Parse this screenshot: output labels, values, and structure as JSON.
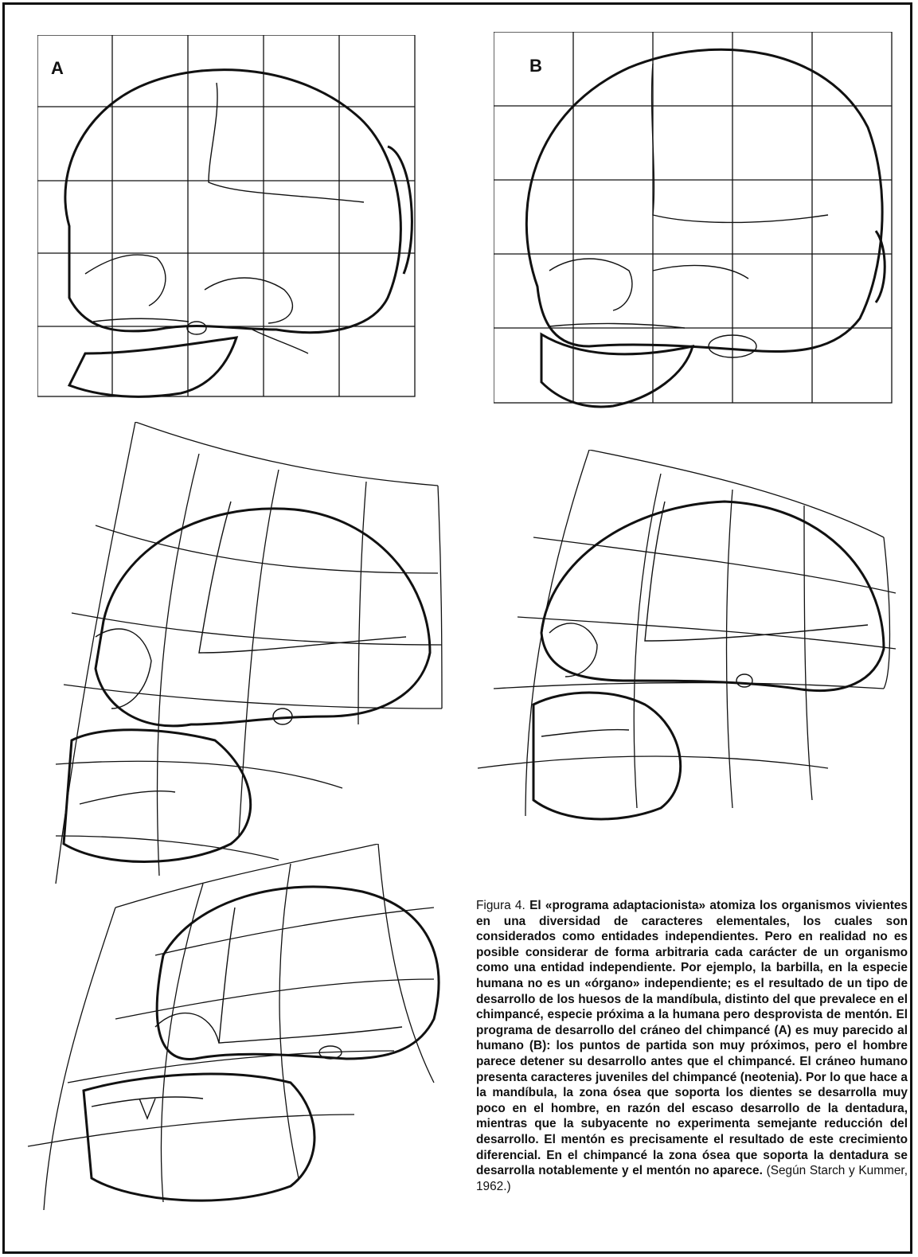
{
  "figure": {
    "panels": [
      {
        "id": "A",
        "label": "A"
      },
      {
        "id": "B",
        "label": "B"
      }
    ],
    "caption": {
      "lead": "Figura 4.",
      "body": " El «programa adaptacionista» atomiza los organismos vivientes en una diversidad de caracteres elementales, los cuales son considerados como entidades independientes. Pero en realidad no es posible considerar de forma arbitraria cada carácter de un organismo como una entidad independiente. Por ejemplo, la barbilla, en la especie humana no es un «órgano» independiente; es el resultado de un tipo de desarrollo de los huesos de la mandíbula, distinto del que prevalece en el chimpancé, especie próxima a la humana pero desprovista de mentón. El programa de desarrollo del cráneo del chimpancé (A) es muy parecido al humano (B): los puntos de partida son muy próximos, pero el hombre parece detener su desarrollo antes que el chimpancé. El cráneo humano presenta caracteres juveniles del chimpancé (neotenia). Por lo que hace a la mandíbula, la zona ósea que soporta los dientes se desarrolla muy poco en el hombre, en razón del escaso desarrollo de la dentadura, mientras que la subyacente no experimenta semejante reducción del desarrollo. El mentón es precisamente el resultado de este crecimiento diferencial. En el chimpancé la zona ósea que soporta la dentadura se desarrolla notablemente y el mentón no aparece.",
      "citation": " (Según Starch y Kummer, 1962.)"
    }
  }
}
